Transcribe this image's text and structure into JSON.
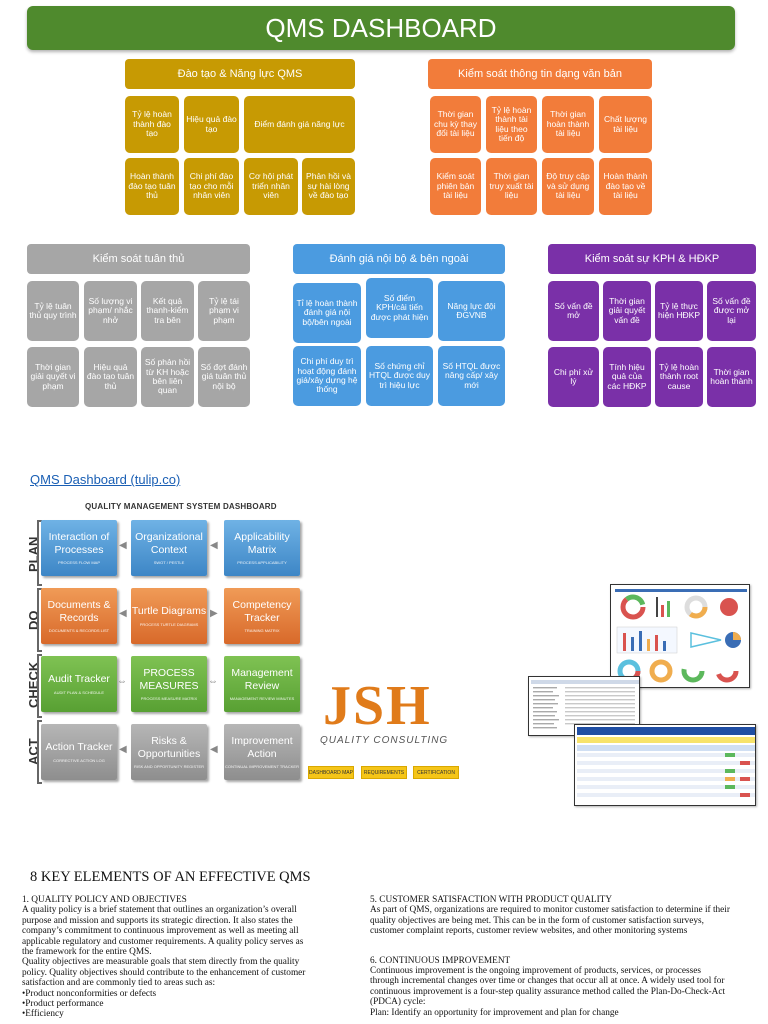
{
  "banner_title": "QMS DASHBOARD",
  "sections": {
    "training": {
      "header": "Đào tạo & Năng lực QMS",
      "items": [
        "Tỷ lệ hoàn thành đào tạo",
        "Hiệu quả đào tạo",
        "Điểm đánh giá năng lực",
        "Hoàn thành đào tạo tuân thủ",
        "Chi phí đào tạo cho mỗi nhân viên",
        "Cơ hội phát triển nhân viên",
        "Phản hồi và sự hài lòng về đào tạo"
      ]
    },
    "documents": {
      "header": "Kiểm soát thông tin dạng văn bản",
      "items": [
        "Thời gian chu kỳ thay đổi tài liệu",
        "Tỷ lệ hoàn thành tài liệu theo tiến độ",
        "Thời gian hoàn thành tài liệu",
        "Chất lượng tài liệu",
        "Kiểm soát phiên bản tài liệu",
        "Thời gian truy xuất tài liệu",
        "Độ truy cập và sử dụng tài liệu",
        "Hoàn thành đào tạo về tài liệu"
      ]
    },
    "compliance": {
      "header": "Kiểm soát tuân thủ",
      "items": [
        "Tỷ lệ tuân thủ quy trình",
        "Số lượng vi phạm/ nhắc nhở",
        "Kết quả thanh-kiểm tra bên",
        "Tỷ lệ tái phạm vi phạm",
        "Thời gian giải quyết vi phạm",
        "Hiệu quả đào tạo tuân thủ",
        "Số phản hồi từ KH hoặc bên liên quan",
        "Số đợt đánh giá tuân thủ nội bộ"
      ]
    },
    "audit": {
      "header": "Đánh giá nội bộ & bên ngoài",
      "items": [
        "Tỉ lệ hoàn thành đánh giá nội bộ/bên ngoài",
        "Số điểm KPH/cải tiến được phát hiện",
        "Năng lực đội ĐGVNB",
        "Chi phí duy trì hoạt động đánh giá/xây dựng hệ thống",
        "Số chứng chỉ HTQL được duy trì hiệu lực",
        "Số HTQL được nâng cấp/ xây mới"
      ]
    },
    "ncr": {
      "header": "Kiểm soát sự KPH & HĐKP",
      "items": [
        "Số vấn đề mở",
        "Thời gian giải quyết vấn đề",
        "Tỷ lệ thực hiện HĐKP",
        "Số vấn đề được mở lại",
        "Chi phí xử lý",
        "Tính hiệu quả của các HĐKP",
        "Tỷ lệ hoàn thành root cause",
        "Thời gian hoàn thành"
      ]
    }
  },
  "link_text": "QMS Dashboard (tulip.co)",
  "pdca": {
    "title": "QUALITY MANAGEMENT SYSTEM DASHBOARD",
    "phases": [
      "PLAN",
      "DO",
      "CHECK",
      "ACT"
    ],
    "tiles": [
      {
        "title": "Interaction of Processes",
        "sub": "PROCESS FLOW MAP"
      },
      {
        "title": "Organizational Context",
        "sub": "SWOT / PESTLE"
      },
      {
        "title": "Applicability Matrix",
        "sub": "PROCESS APPLICABILITY"
      },
      {
        "title": "Documents & Records",
        "sub": "DOCUMENTS & RECORDS LIST"
      },
      {
        "title": "Turtle Diagrams",
        "sub": "PROCESS TURTLE DIAGRAMS"
      },
      {
        "title": "Competency Tracker",
        "sub": "TRAINING MATRIX"
      },
      {
        "title": "Audit Tracker",
        "sub": "AUDIT PLAN & SCHEDULE"
      },
      {
        "title": "PROCESS MEASURES",
        "sub": "PROCESS MEASURE MATRIX"
      },
      {
        "title": "Management Review",
        "sub": "MANAGEMENT REVIEW MINUTES"
      },
      {
        "title": "Action Tracker",
        "sub": "CORRECTIVE ACTION LOG"
      },
      {
        "title": "Risks & Opportunities",
        "sub": "RISK AND OPPORTUNITY REGISTER"
      },
      {
        "title": "Improvement Action",
        "sub": "CONTINUAL IMPROVEMENT TRACKER"
      }
    ],
    "logo": "JSH",
    "logo_sub": "QUALITY CONSULTING",
    "buttons": [
      "DASHBOARD MAP",
      "REQUIREMENTS",
      "CERTIFICATION"
    ]
  },
  "colors": {
    "banner": "#4f8a2d",
    "gold": "#c79a03",
    "orange": "#f27c3a",
    "gray": "#a6a6a6",
    "blue": "#4b9be0",
    "purple": "#7a30a8"
  },
  "doc": {
    "title": "8 KEY ELEMENTS OF AN EFFECTIVE QMS",
    "left": [
      "1. QUALITY POLICY AND OBJECTIVES",
      "A quality policy is a brief statement that outlines an organization’s overall",
      "purpose and mission and supports its strategic direction. It also states the",
      "company’s commitment to continuous improvement as well as meeting all",
      "applicable regulatory and customer requirements. A quality policy serves as",
      "the framework for the entire QMS.",
      "Quality objectives are measurable goals that stem directly from the quality",
      "policy. Quality objectives should contribute to the enhancement of customer",
      "satisfaction and are commonly tied to areas such as:",
      "•Product nonconformities or defects",
      "•Product performance",
      "•Efficiency"
    ],
    "right": [
      "5. CUSTOMER SATISFACTION WITH PRODUCT QUALITY",
      "As part of QMS, organizations are required to monitor customer satisfaction to determine if their",
      "quality objectives are being met. This can be in the form of customer satisfaction surveys,",
      "customer complaint reports, customer review websites, and other monitoring systems",
      "",
      "6. CONTINUOUS IMPROVEMENT",
      "Continuous improvement is the ongoing improvement of products, services, or processes",
      "through incremental changes over time or changes that occur all at once. A widely used tool for",
      "continuous improvement is a four-step quality assurance method called the Plan-Do-Check-Act",
      "(PDCA) cycle:",
      "Plan: Identify an opportunity for improvement and plan for change"
    ]
  }
}
